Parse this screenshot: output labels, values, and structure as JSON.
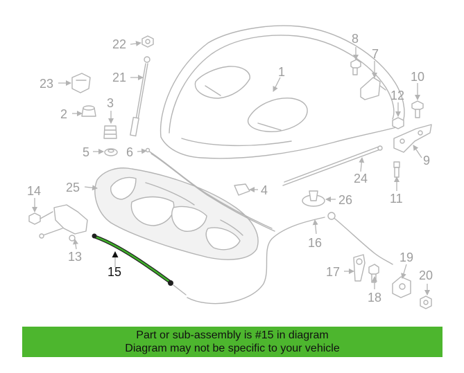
{
  "callouts": {
    "p1": "1",
    "p2": "2",
    "p3": "3",
    "p4": "4",
    "p5": "5",
    "p6": "6",
    "p7": "7",
    "p8": "8",
    "p9": "9",
    "p10": "10",
    "p11": "11",
    "p12": "12",
    "p13": "13",
    "p14": "14",
    "p15": "15",
    "p16": "16",
    "p17": "17",
    "p18": "18",
    "p19": "19",
    "p20": "20",
    "p21": "21",
    "p22": "22",
    "p23": "23",
    "p24": "24",
    "p25": "25",
    "p26": "26"
  },
  "highlighted_part": "15",
  "banner": {
    "line1": "Part or sub-assembly is #15 in diagram",
    "line2": "Diagram may not be specific to your vehicle"
  },
  "colors": {
    "banner": "#4db62e",
    "highlight": "#3fae2a",
    "part_lines": "#b4b4b4",
    "callout_text": "#9d9d9d"
  }
}
